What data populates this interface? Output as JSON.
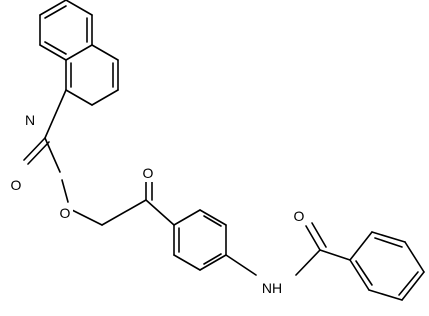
{
  "colors": {
    "background": "#ffffff",
    "bond": "#000000",
    "label": "#000000"
  },
  "atoms": {
    "n_quinoline": "N",
    "o_ester_carbonyl": "O",
    "o_ester_link": "O",
    "o_ketone": "O",
    "o_amide": "O",
    "nh_amide": "NH"
  }
}
